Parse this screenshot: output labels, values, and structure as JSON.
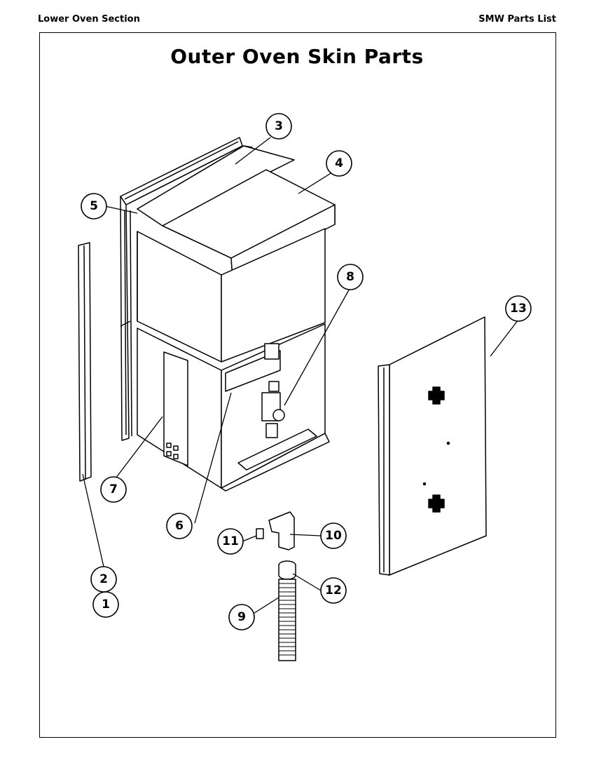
{
  "header": {
    "left": "Lower Oven Section",
    "right": "SMW Parts List"
  },
  "title": "Outer Oven Skin Parts",
  "callouts": [
    {
      "id": "1",
      "label": "1"
    },
    {
      "id": "2",
      "label": "2"
    },
    {
      "id": "3",
      "label": "3"
    },
    {
      "id": "4",
      "label": "4"
    },
    {
      "id": "5",
      "label": "5"
    },
    {
      "id": "6",
      "label": "6"
    },
    {
      "id": "7",
      "label": "7"
    },
    {
      "id": "8",
      "label": "8"
    },
    {
      "id": "9",
      "label": "9"
    },
    {
      "id": "10",
      "label": "10"
    },
    {
      "id": "11",
      "label": "11"
    },
    {
      "id": "12",
      "label": "12"
    },
    {
      "id": "13",
      "label": "13"
    }
  ]
}
